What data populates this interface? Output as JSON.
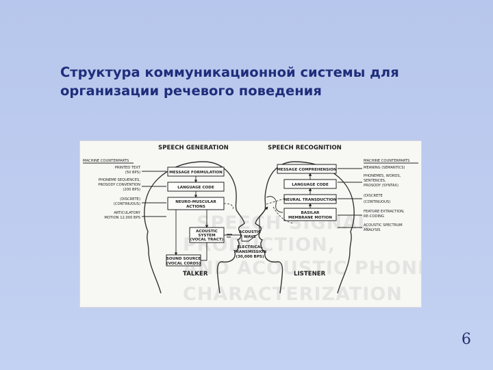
{
  "slide": {
    "title_line1": "Структура коммуникационной системы для",
    "title_line2": "организации речевого поведения",
    "page_number": "6"
  },
  "diagram": {
    "heading_left": "SPEECH GENERATION",
    "heading_right": "SPEECH RECOGNITION",
    "machine_left": "MACHINE COUNTERPARTS",
    "machine_right": "MACHINE COUNTERPARTS",
    "left_labels": {
      "printed_text": "PRINTED TEXT",
      "bps50": "(50 BPS)",
      "phoneme1": "PHONEME SEQUENCES,",
      "phoneme2": "PROSODY CONVENTION",
      "bps200": "(200 BPS)",
      "discrete": "(DISCRETE)",
      "continuous": "(CONTINUOUS)",
      "artic1": "ARTICULATORY",
      "artic2": "MOTION 12,000 BPS"
    },
    "right_labels": {
      "meaning": "MEANING (SEMANTICS)",
      "pw1": "PHONEMES, WORDS,",
      "pw2": "SENTENCES,",
      "pw3": "PROSODY (SYNTAX)",
      "discrete": "(DISCRETE",
      "continuous": "(CONTINUOUS)",
      "fe1": "FEATURE EXTRACTION,",
      "fe2": "RE-CODING",
      "as1": "ACOUSTIC SPECTRUM",
      "as2": "ANALYSIS"
    },
    "boxes_left": {
      "message": "MESSAGE FORMULATION",
      "language": "LANGUAGE CODE",
      "neuro1": "NEURO-MUSCULAR",
      "neuro2": "ACTIONS",
      "acoustic1": "ACOUSTIC",
      "acoustic2": "SYSTEM",
      "acoustic3": "(VOCAL TRACT)",
      "sound1": "SOUND SOURCE",
      "sound2": "(VOCAL CORDS)"
    },
    "boxes_right": {
      "message": "MESSAGE COMPREHENSION",
      "language": "LANGUAGE CODE",
      "neural": "NEURAL TRANSDUCTION",
      "basilar1": "BASILAR",
      "basilar2": "MEMBRANE MOTION"
    },
    "center": {
      "acoustic": "ACOUSTIC",
      "wave": "WAVE",
      "elec": "ELECTRICAL",
      "trans": "TRANSMISSION",
      "bps": "(30,000 BPS)"
    },
    "talker": "TALKER",
    "listener": "LISTENER"
  }
}
